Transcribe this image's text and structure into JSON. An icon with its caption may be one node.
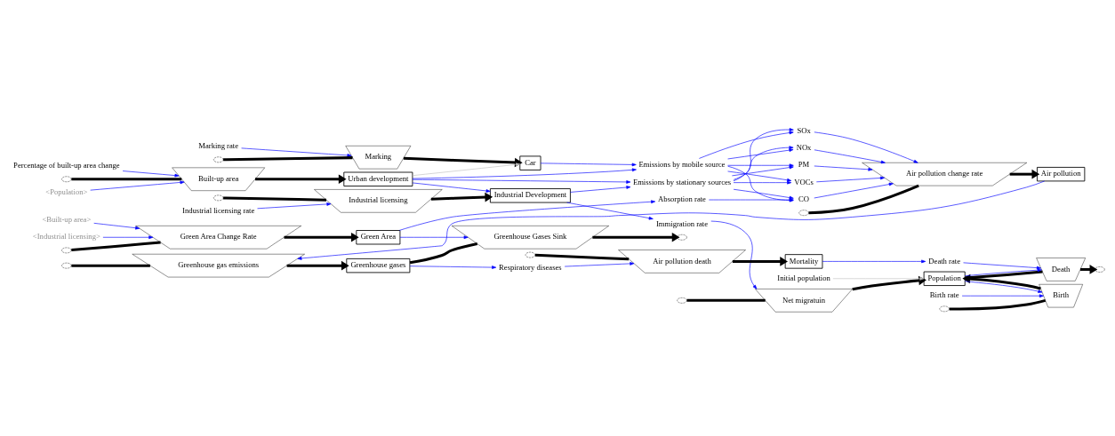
{
  "diagram": {
    "nodes": [
      {
        "text": [
          "Marking rate"
        ]
      },
      {
        "text": [],
        "shape": "cloud"
      },
      {
        "text": [
          "Marking"
        ]
      },
      {
        "text": [
          "Car"
        ]
      },
      {
        "text": [
          "Percentage of built-up area change"
        ]
      },
      {
        "text": [],
        "shape": "cloud"
      },
      {
        "text": [
          "Built-up area"
        ]
      },
      {
        "text": [
          "Urban development"
        ]
      },
      {
        "text": [
          "<Population>"
        ]
      },
      {
        "text": [
          "Emissions by mobile source"
        ]
      },
      {
        "text": [
          "Emissions by stationary sources"
        ]
      },
      {
        "text": [
          "Industrial licensing rate"
        ]
      },
      {
        "text": [],
        "shape": "cloud"
      },
      {
        "text": [
          "Industrial licensing"
        ]
      },
      {
        "text": [
          "Industrial Development"
        ]
      },
      {
        "text": [
          "Immigration rate"
        ]
      },
      {
        "text": [
          "Absorption rate"
        ]
      },
      {
        "text": [
          "CO"
        ]
      },
      {
        "text": [
          "VOCs"
        ]
      },
      {
        "text": [
          "NOx"
        ]
      },
      {
        "text": [
          "SOx"
        ]
      },
      {
        "text": [
          "PM"
        ]
      },
      {
        "text": [],
        "shape": "cloud"
      },
      {
        "text": [
          "Air pollution change rate"
        ]
      },
      {
        "text": [
          "Air pollution"
        ]
      },
      {
        "text": [
          "<Built-up area>"
        ]
      },
      {
        "text": [
          "<Industrial licensing>"
        ]
      },
      {
        "text": [],
        "shape": "cloud"
      },
      {
        "text": [
          "Green Area Change Rate"
        ]
      },
      {
        "text": [
          "Green Area"
        ]
      },
      {
        "text": [],
        "shape": "cloud"
      },
      {
        "text": [
          "Greenhouse gas emissions"
        ]
      },
      {
        "text": [
          "Greenhouse gases"
        ]
      },
      {
        "text": [
          "Greenhouse Gases Sink"
        ]
      },
      {
        "text": [],
        "shape": "cloud"
      },
      {
        "text": [
          "Respiratory diseases"
        ]
      },
      {
        "text": [],
        "shape": "cloud"
      },
      {
        "text": [
          "Air pollution death"
        ]
      },
      {
        "text": [
          "Mortality"
        ]
      },
      {
        "text": [],
        "shape": "cloud"
      },
      {
        "text": [
          "Net migratuin"
        ]
      },
      {
        "text": [
          "Initial population"
        ]
      },
      {
        "text": [
          "Birth rate"
        ]
      },
      {
        "text": [],
        "shape": "cloud"
      },
      {
        "text": [
          "Birth"
        ]
      },
      {
        "text": [
          "Population"
        ]
      },
      {
        "text": [
          "Death"
        ]
      },
      {
        "text": [],
        "shape": "cloud"
      },
      {
        "text": [
          "Death rate"
        ]
      }
    ],
    "edges": [
      {
        "from": 1,
        "to": 2,
        "arrow": "none",
        "style": "thick",
        "color": "#000000"
      },
      {
        "from": 2,
        "to": 3,
        "arrow": "to",
        "style": "thick",
        "color": "#000000"
      },
      {
        "from": 5,
        "to": 6,
        "arrow": "none",
        "style": "thick",
        "color": "#000000"
      },
      {
        "from": 6,
        "to": 7,
        "arrow": "to",
        "style": "thick",
        "color": "#000000"
      },
      {
        "from": 12,
        "to": 13,
        "arrow": "none",
        "style": "thick",
        "color": "#000000"
      },
      {
        "from": 13,
        "to": 14,
        "arrow": "to",
        "style": "thick",
        "color": "#000000"
      },
      {
        "from": 22,
        "to": 23,
        "arrow": "none",
        "style": "thick",
        "color": "#000000"
      },
      {
        "from": 23,
        "to": 24,
        "arrow": "to",
        "style": "thick",
        "color": "#000000"
      },
      {
        "from": 27,
        "to": 28,
        "arrow": "none",
        "style": "thick",
        "color": "#000000"
      },
      {
        "from": 28,
        "to": 29,
        "arrow": "to",
        "style": "thick",
        "color": "#000000"
      },
      {
        "from": 30,
        "to": 31,
        "arrow": "none",
        "style": "thick",
        "color": "#000000"
      },
      {
        "from": 31,
        "to": 32,
        "arrow": "to",
        "style": "thick",
        "color": "#000000"
      },
      {
        "from": 32,
        "to": 33,
        "arrow": "none",
        "style": "thick",
        "color": "#000000"
      },
      {
        "from": 33,
        "to": 34,
        "arrow": "to",
        "style": "thick",
        "color": "#000000"
      },
      {
        "from": 36,
        "to": 37,
        "arrow": "none",
        "style": "thick",
        "color": "#000000"
      },
      {
        "from": 37,
        "to": 38,
        "arrow": "to",
        "style": "thick",
        "color": "#000000"
      },
      {
        "from": 39,
        "to": 40,
        "arrow": "none",
        "style": "thick",
        "color": "#000000"
      },
      {
        "from": 40,
        "to": 45,
        "arrow": "to",
        "style": "thick",
        "color": "#000000"
      },
      {
        "from": 43,
        "to": 44,
        "arrow": "none",
        "style": "thick",
        "color": "#000000"
      },
      {
        "from": 44,
        "to": 45,
        "arrow": "to",
        "style": "thick",
        "color": "#000000"
      },
      {
        "from": 45,
        "to": 46,
        "arrow": "none",
        "style": "thick",
        "color": "#000000"
      },
      {
        "from": 46,
        "to": 47,
        "arrow": "to",
        "style": "thick",
        "color": "#000000"
      },
      {
        "from": 0,
        "to": 2,
        "arrow": "to"
      },
      {
        "from": 3,
        "to": 9,
        "arrow": "to"
      },
      {
        "from": 7,
        "to": 3,
        "arrow": "to",
        "color": "#c0c0c0"
      },
      {
        "from": 4,
        "to": 6,
        "arrow": "to"
      },
      {
        "from": 8,
        "to": 6,
        "arrow": "to"
      },
      {
        "from": 7,
        "to": 9,
        "arrow": "to"
      },
      {
        "from": 7,
        "to": 10,
        "arrow": "to"
      },
      {
        "from": 7,
        "to": 14,
        "arrow": "to"
      },
      {
        "from": 11,
        "to": 13,
        "arrow": "to"
      },
      {
        "from": 14,
        "to": 10,
        "arrow": "to"
      },
      {
        "from": 14,
        "to": 15,
        "arrow": "to"
      },
      {
        "from": 15,
        "to": 40,
        "arrow": "to"
      },
      {
        "from": 29,
        "to": 16,
        "arrow": "to"
      },
      {
        "from": 16,
        "to": 17,
        "arrow": "to"
      },
      {
        "from": 9,
        "to": 17,
        "arrow": "to"
      },
      {
        "from": 9,
        "to": 18,
        "arrow": "to"
      },
      {
        "from": 9,
        "to": 19,
        "arrow": "to"
      },
      {
        "from": 9,
        "to": 20,
        "arrow": "to"
      },
      {
        "from": 9,
        "to": 21,
        "arrow": "to"
      },
      {
        "from": 10,
        "to": 17,
        "arrow": "to"
      },
      {
        "from": 10,
        "to": 18,
        "arrow": "to"
      },
      {
        "from": 10,
        "to": 19,
        "arrow": "to"
      },
      {
        "from": 10,
        "to": 20,
        "arrow": "to"
      },
      {
        "from": 10,
        "to": 21,
        "arrow": "to"
      },
      {
        "from": 17,
        "to": 23,
        "arrow": "to"
      },
      {
        "from": 18,
        "to": 23,
        "arrow": "to"
      },
      {
        "from": 19,
        "to": 23,
        "arrow": "to"
      },
      {
        "from": 20,
        "to": 23,
        "arrow": "to"
      },
      {
        "from": 21,
        "to": 23,
        "arrow": "to"
      },
      {
        "from": 24,
        "to": 31,
        "arrow": "to"
      },
      {
        "from": 26,
        "to": 28,
        "arrow": "to"
      },
      {
        "from": 25,
        "to": 28,
        "arrow": "to"
      },
      {
        "from": 29,
        "to": 33,
        "arrow": "to"
      },
      {
        "from": 32,
        "to": 35,
        "arrow": "to"
      },
      {
        "from": 35,
        "to": 37,
        "arrow": "to"
      },
      {
        "from": 38,
        "to": 48,
        "arrow": "to"
      },
      {
        "from": 48,
        "to": 46,
        "arrow": "to"
      },
      {
        "from": 45,
        "to": 46,
        "arrow": "to"
      },
      {
        "from": 42,
        "to": 44,
        "arrow": "to"
      },
      {
        "from": 45,
        "to": 44,
        "arrow": "to"
      },
      {
        "from": 41,
        "to": 45,
        "arrow": "to",
        "color": "#c0c0c0"
      }
    ]
  }
}
